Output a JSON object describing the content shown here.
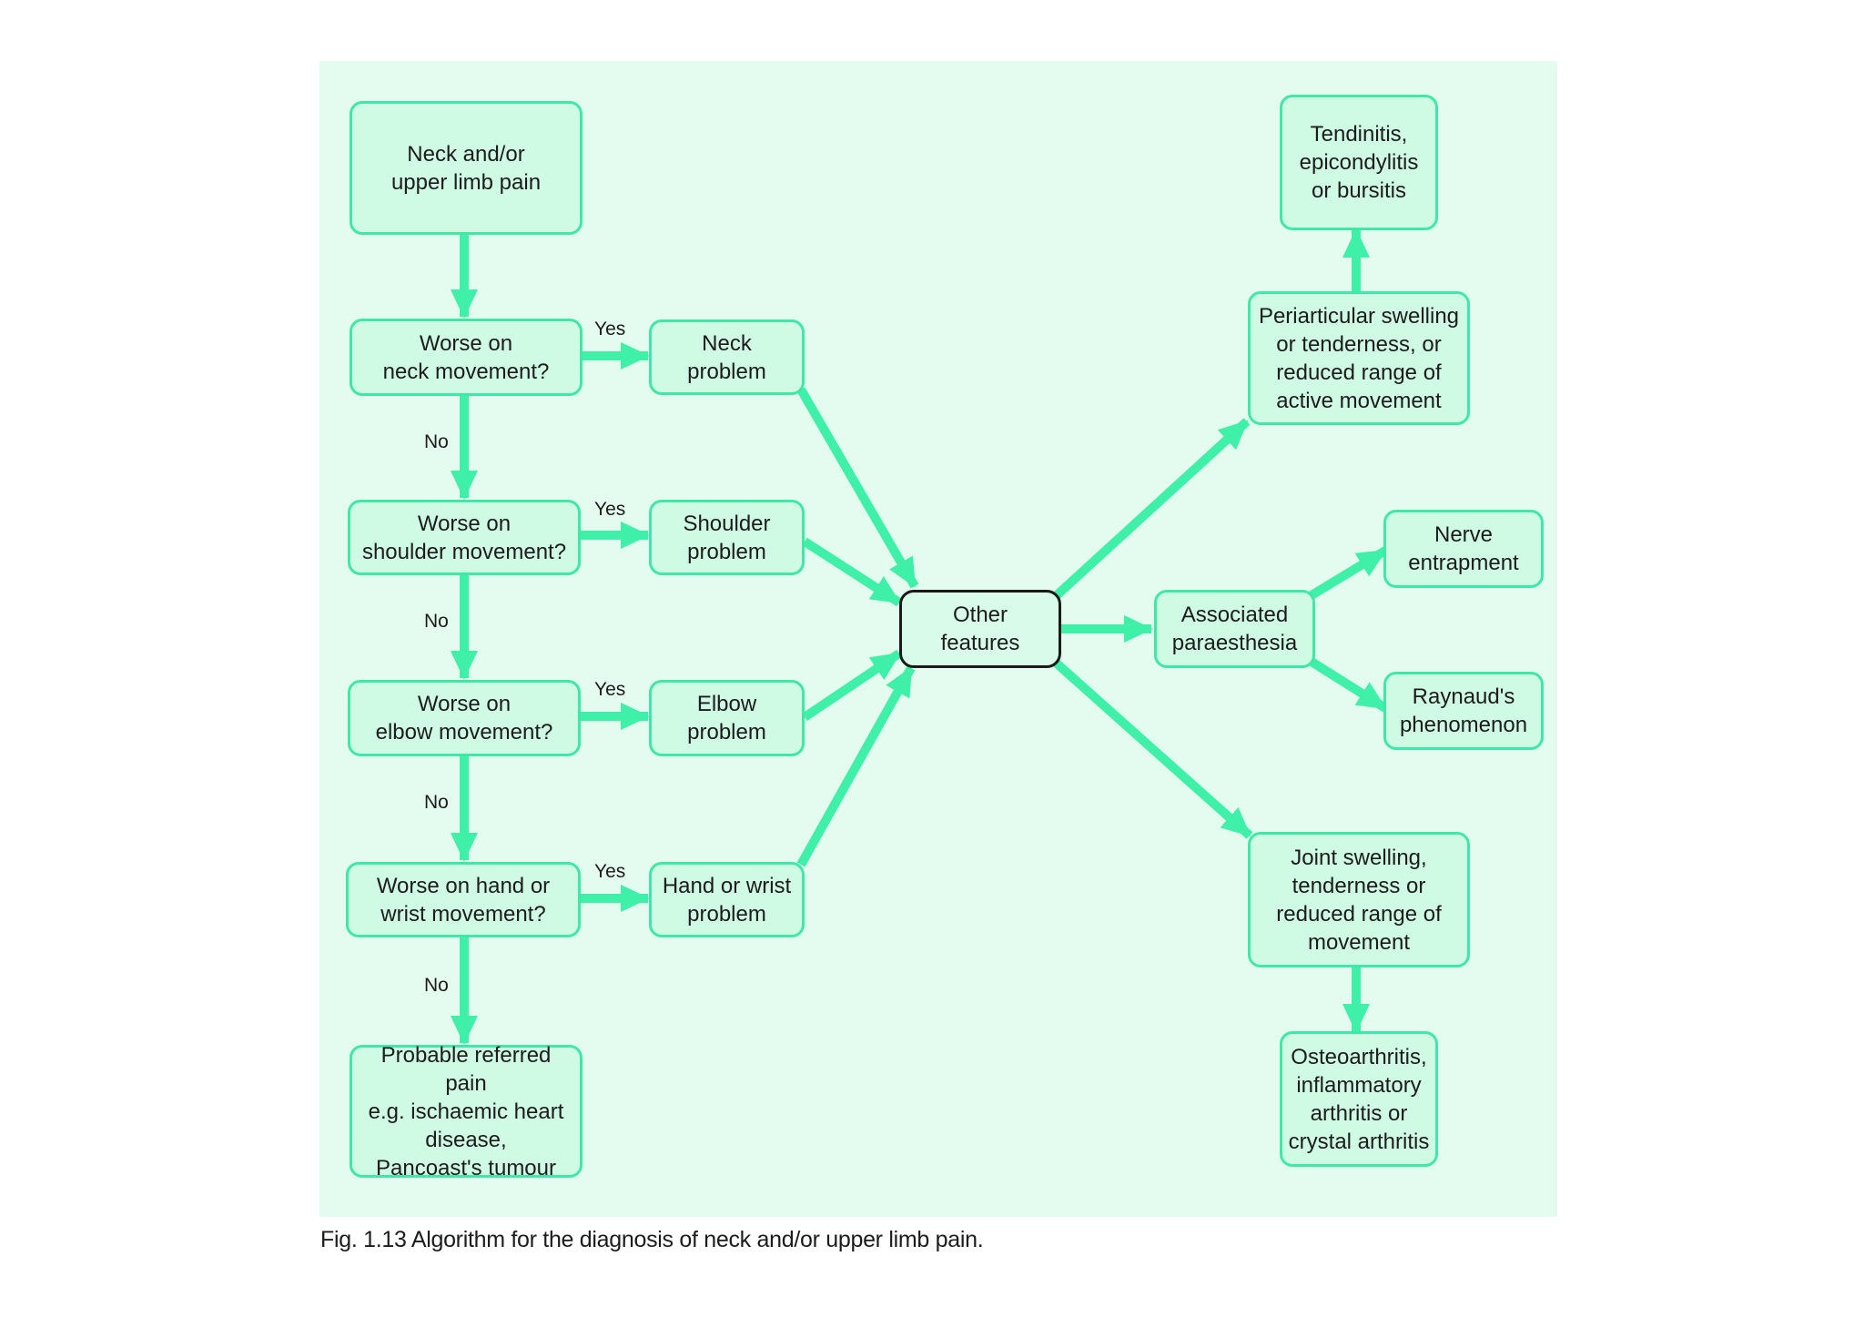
{
  "diagram": {
    "nodes": {
      "start": "Neck and/or\nupper limb pain",
      "q_neck": "Worse on\nneck movement?",
      "q_shoulder": "Worse on\nshoulder movement?",
      "q_elbow": "Worse on\nelbow movement?",
      "q_hand": "Worse on hand or\nwrist movement?",
      "referred": "Probable referred pain\ne.g. ischaemic heart\ndisease,\nPancoast's tumour",
      "neck_problem": "Neck\nproblem",
      "shoulder_problem": "Shoulder\nproblem",
      "elbow_problem": "Elbow\nproblem",
      "hand_problem": "Hand or wrist\nproblem",
      "other_features": "Other\nfeatures",
      "periarticular": "Periarticular swelling\nor tenderness, or\nreduced range of\nactive movement",
      "tendinitis": "Tendinitis,\nepicondylitis\nor bursitis",
      "paraesthesia": "Associated\nparaesthesia",
      "nerve": "Nerve\nentrapment",
      "raynaud": "Raynaud's\nphenomenon",
      "joint_swelling": "Joint swelling,\ntenderness or\nreduced range of\nmovement",
      "osteoarthritis": "Osteoarthritis,\ninflammatory\narthritis or\ncrystal arthritis"
    },
    "edge_labels": {
      "yes_neck": "Yes",
      "yes_shoulder": "Yes",
      "yes_elbow": "Yes",
      "yes_hand": "Yes",
      "no_1": "No",
      "no_2": "No",
      "no_3": "No",
      "no_4": "No"
    },
    "edges": [
      [
        "start",
        "q_neck"
      ],
      [
        "q_neck",
        "neck_problem"
      ],
      [
        "q_neck",
        "q_shoulder"
      ],
      [
        "q_shoulder",
        "shoulder_problem"
      ],
      [
        "q_shoulder",
        "q_elbow"
      ],
      [
        "q_elbow",
        "elbow_problem"
      ],
      [
        "q_elbow",
        "q_hand"
      ],
      [
        "q_hand",
        "hand_problem"
      ],
      [
        "q_hand",
        "referred"
      ],
      [
        "neck_problem",
        "other_features"
      ],
      [
        "shoulder_problem",
        "other_features"
      ],
      [
        "elbow_problem",
        "other_features"
      ],
      [
        "hand_problem",
        "other_features"
      ],
      [
        "other_features",
        "periarticular"
      ],
      [
        "periarticular",
        "tendinitis"
      ],
      [
        "other_features",
        "paraesthesia"
      ],
      [
        "paraesthesia",
        "nerve"
      ],
      [
        "paraesthesia",
        "raynaud"
      ],
      [
        "other_features",
        "joint_swelling"
      ],
      [
        "joint_swelling",
        "osteoarthritis"
      ]
    ],
    "colors": {
      "arrow": "#3ef0a8",
      "box_border": "#3ee8a6",
      "box_fill": "#cffae4",
      "panel": "#e4fbf0"
    }
  },
  "caption": "Fig. 1.13  Algorithm for the diagnosis of neck and/or upper limb pain."
}
